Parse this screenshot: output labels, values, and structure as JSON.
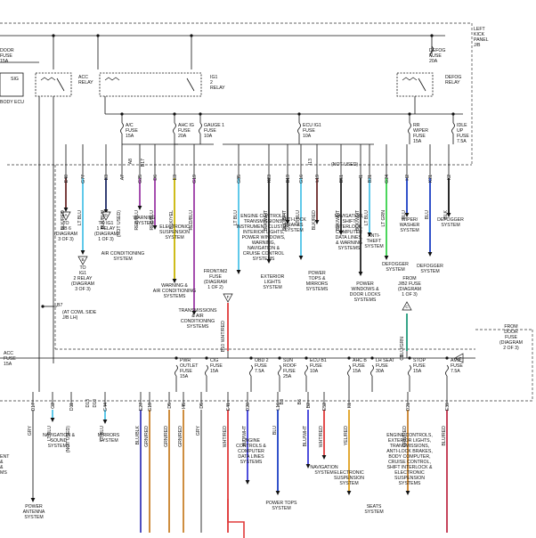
{
  "panel": {
    "name_lines": [
      "LEFT",
      "KICK",
      "PANEL",
      "J/B"
    ]
  },
  "relays": {
    "acc": {
      "lines": [
        "ACC",
        "RELAY"
      ]
    },
    "ig1_2": {
      "lines": [
        "IG1",
        "2",
        "RELAY"
      ]
    },
    "defog": {
      "lines": [
        "DEFOG",
        "RELAY"
      ]
    }
  },
  "top_fuses": {
    "door": {
      "lines": [
        "DOOR",
        "FUSE",
        "15A"
      ]
    },
    "defog": {
      "lines": [
        "DEFOG",
        "FUSE",
        "20A"
      ]
    }
  },
  "left_partial": {
    "sig": "SIG",
    "body_ecu": "BODY ECU"
  },
  "row_fuses": [
    {
      "lines": [
        "A/C",
        "FUSE",
        "15A"
      ]
    },
    {
      "lines": [
        "AHC IG",
        "FUSE",
        "20A"
      ]
    },
    {
      "lines": [
        "GAUGE 1",
        "FUSE",
        "10A"
      ]
    },
    {
      "lines": [
        "ECU IG1",
        "FUSE",
        "10A"
      ]
    },
    {
      "lines": [
        "RR",
        "WIPER",
        "FUSE",
        "15A"
      ]
    },
    {
      "lines": [
        "IDLE",
        "UP",
        "FUSE",
        "7.5A"
      ]
    }
  ],
  "upper_wires": [
    {
      "code": "E40",
      "color": "BLK/RED"
    },
    {
      "code": "G77",
      "color": "LT BLU"
    },
    {
      "code": "B3",
      "color": "BLK/BLU"
    },
    {
      "code": "A7",
      "color": "(NOT USED)"
    },
    {
      "code": "G25",
      "color": "RED/BLU"
    },
    {
      "code": "D6",
      "color": "RED/BLU"
    },
    {
      "code": "E3",
      "color": "BLK/YEL"
    },
    {
      "code": "G19",
      "color": "RED/BLU"
    },
    {
      "code": "G85",
      "color": "LT BLU"
    },
    {
      "code": "K23",
      "color": "BLK/WHT"
    },
    {
      "code": "B19",
      "color": "BLK/WHT"
    },
    {
      "code": "G16",
      "color": "LT BLU"
    },
    {
      "code": "L19",
      "color": "BLK/RED"
    },
    {
      "code": "B51",
      "color": "BLK/WHT"
    },
    {
      "code": "I1",
      "color": "BLK/WHT"
    },
    {
      "code": "B21",
      "color": "LT BLU"
    },
    {
      "code": "G24",
      "color": "LT GRN"
    },
    {
      "code": "H2",
      "color": "BLU"
    },
    {
      "code": "K21",
      "color": "BLU"
    },
    {
      "code": "K2",
      "color": "BLK"
    }
  ],
  "small_codes": [
    "A8",
    "B17",
    "I13"
  ],
  "not_used_mid": "(NOT USED)",
  "upper_destinations": [
    {
      "lines": [
        "TO",
        "J/B 6",
        "(DIAGRAM",
        "3 OF 3)"
      ]
    },
    {
      "lines": [
        "TO",
        "IG1",
        "2 RELAY",
        "(DIAGRAM",
        "3 OF 3)"
      ]
    },
    {
      "lines": [
        "TO IG1",
        "1 RELAY",
        "(DIAGRAM",
        "1 OF 3)"
      ]
    },
    {
      "lines": [
        "AIR CONDITIONING",
        "SYSTEM"
      ]
    },
    {
      "lines": [
        "WARNING",
        "SYSTEM"
      ]
    },
    {
      "lines": [
        "ELECTRONIC",
        "SUSPENSION",
        "SYSTEM"
      ]
    },
    {
      "lines": [
        "WARNING &",
        "AIR CONDITIONING",
        "SYSTEMS"
      ]
    },
    {
      "lines": [
        "TRANSMISSIONS",
        "& AIR",
        "CONDITIONING",
        "SYSTEMS"
      ]
    },
    {
      "lines": [
        "ENGINE CONTROLS,",
        "TRANSMISSIONS,",
        "INSTRUMENT CLUSTER,",
        "INTERIOR LIGHTS,",
        "POWER WINDOWS,",
        "WARNING,",
        "NAVIGATION &",
        "CRUISE CONTROL",
        "SYSTEMS"
      ]
    },
    {
      "lines": [
        "EXTERIOR",
        "LIGHTS",
        "SYSTEM"
      ]
    },
    {
      "lines": [
        "ANTI-LOCK",
        "BRAKES",
        "SYSTEM"
      ]
    },
    {
      "lines": [
        "POWER",
        "TOPS &",
        "MIRRORS",
        "SYSTEMS"
      ]
    },
    {
      "lines": [
        "NAVIGATION,",
        "SHIFT",
        "INTERLOCK,",
        "COMPUTER",
        "DATA LINES,",
        "& WARNING",
        "SYSTEMS"
      ]
    },
    {
      "lines": [
        "ANTI-",
        "THEFT",
        "SYSTEM"
      ]
    },
    {
      "lines": [
        "POWER",
        "WINDOWS &",
        "DOOR LOCKS",
        "SYSTEMS"
      ]
    },
    {
      "lines": [
        "DEFOGGER",
        "SYSTEM"
      ]
    },
    {
      "lines": [
        "WIPER/",
        "WASHER",
        "SYSTEM"
      ]
    },
    {
      "lines": [
        "DEFOGGER",
        "SYSTEM"
      ]
    },
    {
      "lines": [
        "DEFOGGER",
        "SYSTEM"
      ]
    }
  ],
  "from_notes": {
    "frontm2": {
      "lines": [
        "FRONT/M2",
        "FUSE",
        "(DIAGRAM",
        "1 OF 2)"
      ]
    },
    "jb2": {
      "lines": [
        "FROM",
        "J/B2 FUSE",
        "(DIAGRAM",
        "1 OF 3)"
      ]
    },
    "door_fuse": {
      "lines": [
        "FROM",
        "DOOR",
        "FUSE",
        "(DIAGRAM",
        "2 OF 3)"
      ]
    },
    "cowl_side": {
      "lines": [
        "(AT COWL SIDE",
        "J/B LH)"
      ]
    },
    "cowl_code": "B7",
    "wire_f": "WHT/RED",
    "wire_jb2": "BLU/GRN",
    "c1_code": "C1",
    "b10_code": "B10",
    "b10_label": "B10"
  },
  "lower_fuses": [
    {
      "lines": [
        "ACC",
        "FUSE",
        "15A"
      ]
    },
    {
      "lines": [
        "PWR",
        "OUTLET",
        "FUSE",
        "15A"
      ]
    },
    {
      "lines": [
        "CIG",
        "FUSE",
        "15A"
      ]
    },
    {
      "lines": [
        "OBD 2",
        "FUSE",
        "7.5A"
      ]
    },
    {
      "lines": [
        "SUN",
        "ROOF",
        "FUSE",
        "25A"
      ]
    },
    {
      "lines": [
        "ECU B1",
        "FUSE",
        "10A"
      ]
    },
    {
      "lines": [
        "AHC B",
        "FUSE",
        "15A"
      ]
    },
    {
      "lines": [
        "LH SEAT",
        "FUSE",
        "30A"
      ]
    },
    {
      "lines": [
        "STOP",
        "FUSE",
        "15A"
      ]
    },
    {
      "lines": [
        "AM1",
        "FUSE",
        "7.5A"
      ]
    }
  ],
  "lower_wires": [
    {
      "code": "D17",
      "color": "GRY"
    },
    {
      "code": "G2",
      "color": "LT BLU"
    },
    {
      "code": "D11",
      "color": "(NOT USED)"
    },
    {
      "code": "G44",
      "color": "LT BLU"
    },
    {
      "code": "E27",
      "color": "BLU/BLK"
    },
    {
      "code": "G19",
      "color": "GRN/RED"
    },
    {
      "code": "D5",
      "color": "GRN/RED"
    },
    {
      "code": "I45",
      "color": "GRN/RED"
    },
    {
      "code": "D5",
      "color": "GRY"
    },
    {
      "code": "E41",
      "color": "WHT/RED"
    },
    {
      "code": "D20",
      "color": "BLU/WHT"
    },
    {
      "code": "L16",
      "color": "BLU"
    },
    {
      "code": "B2",
      "color": "BLU/WHT"
    },
    {
      "code": "E52",
      "color": "WHT/RED"
    },
    {
      "code": "K1",
      "color": "YEL/RED"
    },
    {
      "code": "D21",
      "color": "GRN/RED"
    },
    {
      "code": "E39",
      "color": "BLU/RED"
    }
  ],
  "lower_small_codes": [
    "D13",
    "D10",
    "B3",
    "B6"
  ],
  "lower_destinations": [
    {
      "lines": [
        "ENT",
        "&",
        "&",
        "MS"
      ]
    },
    {
      "lines": [
        "NAVIGATION &",
        "SOUND",
        "SYSTEMS"
      ]
    },
    {
      "lines": [
        "MIRRORS",
        "SYSTEM"
      ]
    },
    {
      "lines": [
        "POWER",
        "ANTENNA",
        "SYSTEM"
      ]
    },
    {
      "lines": [
        "ENGINE",
        "CONTROLS &",
        "COMPUTER",
        "DATA LINES",
        "SYSTEMS"
      ]
    },
    {
      "lines": [
        "POWER TOPS",
        "SYSTEM"
      ]
    },
    {
      "lines": [
        "NAVIGATION",
        "SYSTEM"
      ]
    },
    {
      "lines": [
        "ELECTRONIC",
        "SUSPENSION",
        "SYSTEM"
      ]
    },
    {
      "lines": [
        "SEATS",
        "SYSTEM"
      ]
    },
    {
      "lines": [
        "ENGINE CONTROLS,",
        "EXTERIOR LIGHTS,",
        "TRANSMISSIONS,",
        "ANTI-LOCK BRAKES,",
        "BODY COMPUTER,",
        "CRUISE CONTROL,",
        "SHIFT INTERLOCK &",
        "ELECTRONIC",
        "SUSPENSION",
        "SYSTEMS"
      ]
    }
  ],
  "colors": {
    "BLK/RED": "#6b2a2a",
    "LT BLU": "#4fc3e8",
    "BLK/BLU": "#1f2b66",
    "RED/BLU": "#9b3aa6",
    "BLK/YEL": "#c8b400",
    "BLK/WHT": "#222222",
    "BLK": "#111111",
    "BLU": "#1b3fc4",
    "LT GRN": "#37d14a",
    "GRY": "#8f8f8f",
    "BLU/BLK": "#3b3bb8",
    "GRN/RED": "#c8812a",
    "WHT/RED": "#e03a3a",
    "BLU/WHT": "#3b3bd8",
    "YEL/RED": "#e0a020",
    "BLU/RED": "#c0304a",
    "BLU/GRN": "#1f9a7a"
  }
}
